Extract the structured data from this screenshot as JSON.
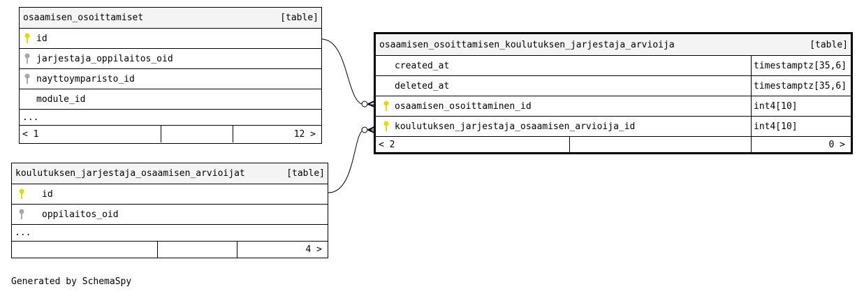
{
  "tables": {
    "osoittamiset": {
      "name": "osaamisen_osoittamiset",
      "kind": "[table]",
      "columns": [
        {
          "name": "id",
          "key": "primary"
        },
        {
          "name": "jarjestaja_oppilaitos_oid",
          "key": "secondary"
        },
        {
          "name": "nayttoymparisto_id",
          "key": "secondary"
        },
        {
          "name": "module_id",
          "key": "none"
        }
      ],
      "ellipsis": "...",
      "footer": {
        "left": "< 1",
        "right": "12 >"
      }
    },
    "arvioija": {
      "name": "osaamisen_osoittamisen_koulutuksen_jarjestaja_arvioija",
      "kind": "[table]",
      "columns": [
        {
          "name": "created_at",
          "type": "timestamptz[35,6]",
          "key": "none"
        },
        {
          "name": "deleted_at",
          "type": "timestamptz[35,6]",
          "key": "none"
        },
        {
          "name": "osaamisen_osoittaminen_id",
          "type": "int4[10]",
          "key": "primary"
        },
        {
          "name": "koulutuksen_jarjestaja_osaamisen_arvioija_id",
          "type": "int4[10]",
          "key": "primary"
        }
      ],
      "footer": {
        "left": "< 2",
        "right": "0 >"
      }
    },
    "arvioijat": {
      "name": "koulutuksen_jarjestaja_osaamisen_arvioijat",
      "kind": "[table]",
      "columns": [
        {
          "name": "id",
          "key": "primary"
        },
        {
          "name": "oppilaitos_oid",
          "key": "secondary"
        }
      ],
      "ellipsis": "...",
      "footer": {
        "left": "",
        "right": "4 >"
      }
    }
  },
  "generated_by": "Generated by SchemaSpy",
  "colors": {
    "primary_key": "#e8d800",
    "secondary_key": "#a8a8a8",
    "header_bg": "#f4f4f4"
  }
}
